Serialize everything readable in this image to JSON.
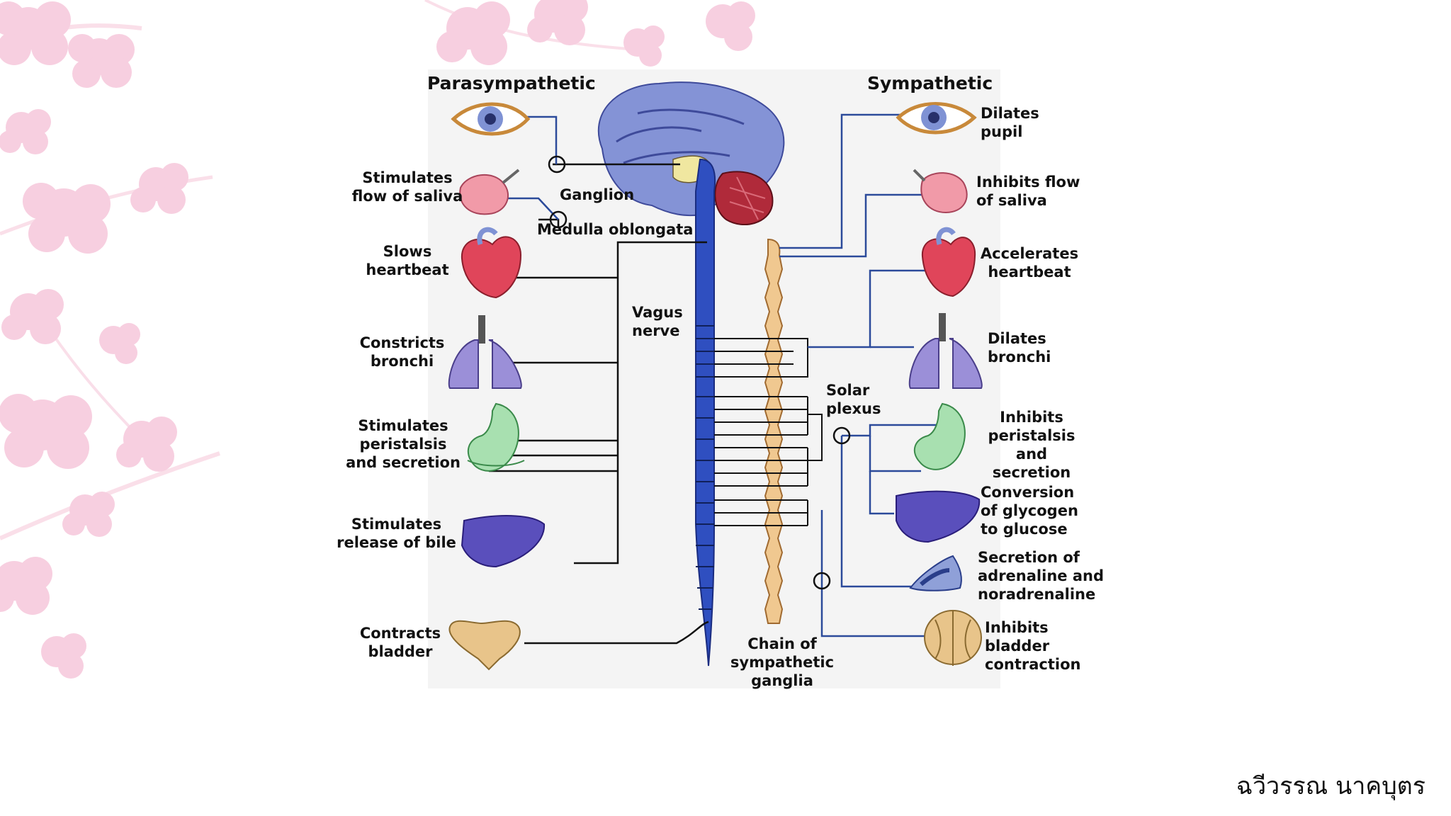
{
  "diagram": {
    "left_header": "Parasympathetic",
    "right_header": "Sympathetic",
    "center_labels": {
      "ganglion": "Ganglion",
      "medulla": "Medulla oblongata",
      "vagus": "Vagus\nnerve",
      "solar_plexus": "Solar\nplexus",
      "chain": "Chain of\nsympathetic\nganglia"
    },
    "parasympathetic_effects": [
      "Stimulates\nflow of saliva",
      "Slows\nheartbeat",
      "Constricts\nbronchi",
      "Stimulates\nperistalsis\nand secretion",
      "Stimulates\nrelease of bile",
      "Contracts\nbladder"
    ],
    "sympathetic_effects": [
      "Dilates\npupil",
      "Inhibits flow\nof saliva",
      "Accelerates\nheartbeat",
      "Dilates\nbronchi",
      "Inhibits\nperistalsis\nand secretion",
      "Conversion\nof glycogen\nto glucose",
      "Secretion of\nadrenaline and\nnoradrenaline",
      "Inhibits\nbladder\ncontraction"
    ]
  },
  "author": "ฉวีวรรณ นาคบุตร",
  "colors": {
    "spinal_cord": "#2f4fc0",
    "sympathetic_chain": "#f0c890",
    "brain": "#7f8fd0",
    "cerebellum": "#b02a3a",
    "blossom": "#f7cfe0",
    "nerve_line": "#2b4a9a"
  }
}
